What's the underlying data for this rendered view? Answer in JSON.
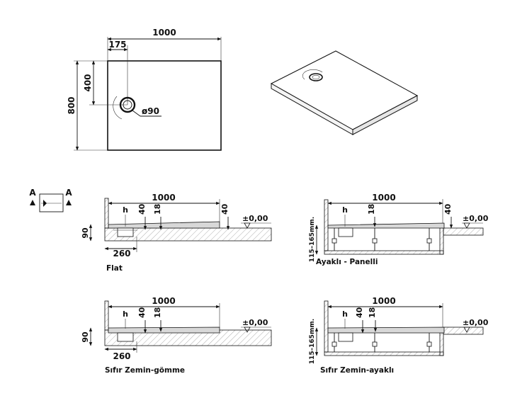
{
  "plan": {
    "width_label": "1000",
    "depth_label": "800",
    "drain_offset_x": "175",
    "drain_offset_y": "400",
    "drain_diameter": "ø90"
  },
  "section_marker": {
    "left": "A",
    "right": "A"
  },
  "sections": [
    {
      "caption": "Flat",
      "width": "1000",
      "h": "h",
      "d1": "40",
      "d2": "18",
      "d3": "40",
      "height": "90",
      "drain": "260",
      "level": "±0,00"
    },
    {
      "caption": "Ayaklı - Panelli",
      "width": "1000",
      "h": "h",
      "d2": "18",
      "d3": "40",
      "height": "115–165mm.",
      "level": "±0,00"
    },
    {
      "caption": "Sıfır Zemin-gömme",
      "width": "1000",
      "h": "h",
      "d1": "40",
      "d2": "18",
      "height": "90",
      "drain": "260",
      "level": "±0,00"
    },
    {
      "caption": "Sıfır Zemin-ayaklı",
      "width": "1000",
      "h": "h",
      "d1": "40",
      "d2": "18",
      "height": "115–165mm.",
      "level": "±0,00"
    }
  ]
}
